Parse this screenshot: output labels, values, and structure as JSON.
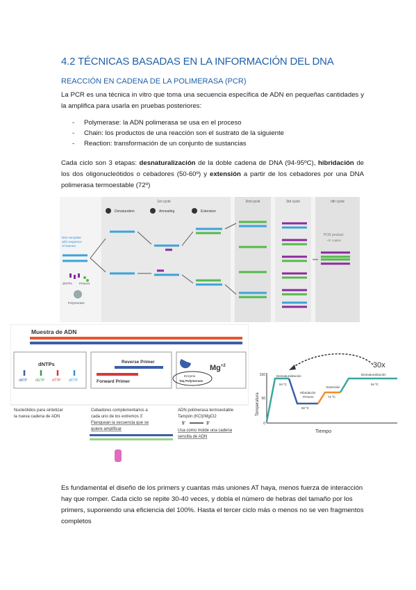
{
  "heading": "4.2 TÉCNICAS BASADAS EN LA INFORMACIÓN DEL DNA",
  "subheading": "REACCIÓN EN CADENA DE LA POLIMERASA (PCR)",
  "intro": "La PCR es una técnica in vitro que toma una secuencia específica de ADN en pequeñas cantidades y la amplifica para usarla en pruebas posteriores:",
  "bullets": [
    "Polymerase: la ADN polimerasa se usa en el proceso",
    "Chain: los productos de una reacción son el sustrato de la siguiente",
    "Reaction: transformación de un conjunto de sustancias"
  ],
  "stages": {
    "t1": "Cada ciclo son 3 etapas: ",
    "b1": "desnaturalización",
    "t2": " de la doble cadena de DNA (94-95ºC), ",
    "b2": "hibridación",
    "t3": " de los dos oligonucleótidos o cebadores (50-60º) y ",
    "b3": "extensión",
    "t4": " a partir de los cebadores por una DNA polimerasa termoestable (72º)"
  },
  "figure1": {
    "cycle1": "1st cycle",
    "cycle2": "2nd cycle",
    "cycle3": "3rd cycle",
    "cyclen": "nth cycle",
    "step1": "Denaturation",
    "step2": "Annealing",
    "step3": "Extension",
    "template": [
      "DNA template",
      "with sequence",
      "of interest"
    ],
    "dntps": "dNTPs",
    "primers": "Primers",
    "polymerase": "Polymerase",
    "product": "PCR product",
    "copies": "~2ⁿ copies"
  },
  "figure2": {
    "sample": "Muestra de ADN",
    "dntps": "dNTPs",
    "datp": "dATP",
    "dgtp": "dGTP",
    "dttp": "dTTP",
    "dctp": "dCTP",
    "reverse": "Reverse Primer",
    "forward": "Forward Primer",
    "mg": "Mg",
    "mgsup": "+2",
    "enzyme": "Enzyme",
    "taq": "Taq Polymerase",
    "five": "5'",
    "three": "3'",
    "nucleo": [
      "Nucleótidos para sintetizar",
      "la nueva cadena de ADN"
    ],
    "cebad": [
      "Cebadores complementarios a",
      "cada uno de los extremos 3´",
      "Flanquean la secuencia que se",
      "quiere amplificar"
    ],
    "polim": [
      "ADN polimerasa termoestable",
      "Tampón (KCl)/MgCl2"
    ],
    "molde": [
      "Usa como molde una cadena",
      "sencilla de ADN"
    ]
  },
  "figure3": {
    "cycles": "30x",
    "ylabel": "Temperatura",
    "xlabel": "Tiempo",
    "t150": "150",
    "t50": "50",
    "t0": "0",
    "desnat": "Desnaturalización",
    "desnat_t": "94 ºC",
    "hibrid": [
      "Hibridación",
      "Primers"
    ],
    "hibrid_t": "50 ºC",
    "ext": "Extensión",
    "ext_t": "72 ºC",
    "desnat2": "Desnaturalización",
    "desnat2_t": "94 ºC"
  },
  "closing": "Es fundamental el diseño de los primers y cuantas más uniones AT haya, menos fuerza de interacción hay que romper. Cada ciclo se repite 30-40 veces, y dobla el número de hebras del tamaño por los primers, suponiendo una eficiencia del 100%. Hasta el tercer ciclo más o menos no se ven fragmentos completos"
}
